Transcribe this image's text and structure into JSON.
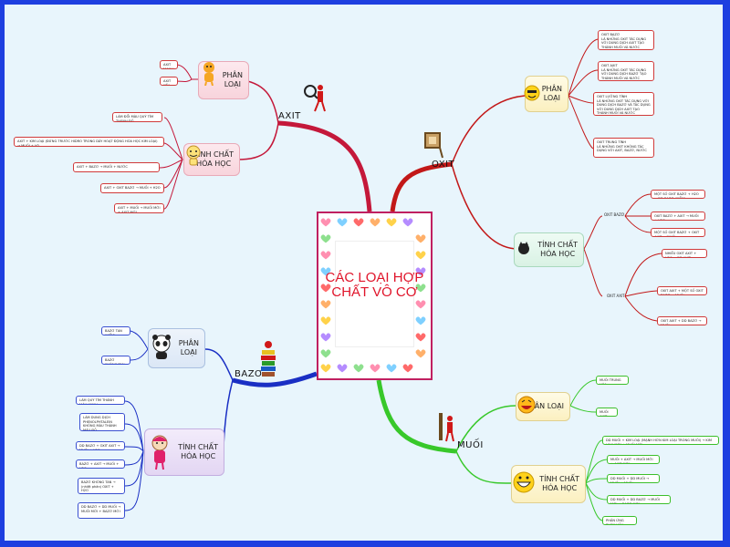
{
  "center": {
    "line1": "CÁC LOẠI HỢP",
    "line2": "CHẤT VÔ CƠ"
  },
  "axit": {
    "label": "AXIT",
    "phan_loai": {
      "title1": "PHÂN",
      "title2": "LOẠI",
      "items": [
        "AXIT MẠNH",
        "AXIT YẾU"
      ]
    },
    "tinh_chat": {
      "title1": "TÍNH CHẤT",
      "title2": "HÓA HỌC",
      "items": [
        "LÀM ĐỔI MÀU QUỲ TÍM THÀNH ĐỎ",
        "AXIT + KIM LOẠI (ĐỨNG TRƯỚC HIDRO TRONG DÃY HOẠT ĐỘNG HÓA HỌC KIM LOẠI) → MUỐI + H2",
        "AXIT + BAZƠ → MUỐI + NƯỚC",
        "AXIT + OXIT BAZƠ → MUỐI + H2O",
        "AXIT + MUỐI → MUỐI MỚI + AXIT MỚI"
      ]
    }
  },
  "oxit": {
    "label": "OXIT",
    "phan_loai": {
      "title1": "PHÂN",
      "title2": "LOẠI",
      "items": [
        "OXIT BAZƠ\nLÀ NHỮNG OXIT TÁC DỤNG VỚI DUNG DỊCH AXIT TẠO THÀNH MUỐI VÀ NƯỚC",
        "OXIT AXIT\nLÀ NHỮNG OXIT TÁC DỤNG VỚI DUNG DỊCH BAZƠ TẠO THÀNH MUỐI VÀ NƯỚC",
        "OXIT LƯỠNG TÍNH\nLÀ NHỮNG OXIT TÁC DỤNG VỚI DUNG DỊCH BAZƠ VÀ TÁC DỤNG VỚI DUNG DỊCH AXIT TẠO THÀNH MUỐI VÀ NƯỚC",
        "OXIT TRUNG TÍNH\nLÀ NHỮNG OXIT KHÔNG TÁC DỤNG VỚI AXIT, BAZƠ, NƯỚC"
      ]
    },
    "tinh_chat": {
      "title1": "TÍNH CHẤT",
      "title2": "HÓA HỌC",
      "oxit_bazo": {
        "label": "OXIT BAZƠ",
        "items": [
          "MỘT SỐ OXIT BAZƠ + H2O → DD BAZƠ (KIỀM)",
          "OXIT BAZƠ + AXIT → MUỐI + H2O",
          "MỘT SỐ OXIT BAZƠ + OXIT AXIT → MUỐI"
        ]
      },
      "oxit_axit": {
        "label": "OXIT AXIT",
        "items": [
          "NHIỀU OXIT AXIT + H2O → DD AXIT",
          "OXIT AXIT + MỘT SỐ OXIT BAZƠ → MUỐI",
          "OXIT AXIT + DD BAZƠ → MUỐI"
        ]
      }
    }
  },
  "bazo": {
    "label": "BAZƠ",
    "phan_loai": {
      "title1": "PHÂN",
      "title2": "LOẠI",
      "items": [
        "BAZƠ TAN (KIỀM)",
        "BAZƠ KHÔNG TAN"
      ]
    },
    "tinh_chat": {
      "title1": "TÍNH CHẤT",
      "title2": "HÓA HỌC",
      "items": [
        "LÀM QUỲ TÍM THÀNH MÀU XANH",
        "LÀM DUNG DỊCH PHENOLPHTALEIN KHÔNG MÀU THÀNH MÀU ĐỎ",
        "DD BAZƠ + OXIT AXIT → MUỐI + H2O",
        "BAZƠ + AXIT → MUỐI + H2O",
        "BAZƠ KHÔNG TAN → (nhiệt phân) OXIT + H2O",
        "DD BAZƠ + DD MUỐI → MUỐI MỚI + BAZƠ MỚI"
      ]
    }
  },
  "muoi": {
    "label": "MUỐI",
    "phan_loai": {
      "title1": "PHÂN LOẠI",
      "items": [
        "MUỐI TRUNG HÒA",
        "MUỐI AXIT"
      ]
    },
    "tinh_chat": {
      "title1": "TÍNH CHẤT",
      "title2": "HÓA HỌC",
      "items": [
        "DD MUỐI + KIM LOẠI (MẠNH HƠN KIM LOẠI TRONG MUỐI) → KIM LOẠI MỚI + MUỐI MỚI",
        "MUỐI + AXIT → MUỐI MỚI + AXIT MỚI",
        "DD MUỐI + DD MUỐI → MUỐI + MUỐI",
        "DD MUỐI + DD BAZƠ → MUỐI MỚI + BAZƠ MỚI",
        "PHẢN ỨNG PHÂN HỦY"
      ]
    }
  },
  "colors": {
    "axit": "#c4183a",
    "oxit": "#c21818",
    "bazo": "#1a2fc4",
    "muoi": "#38c82a",
    "frame": "#1e3fe0"
  }
}
